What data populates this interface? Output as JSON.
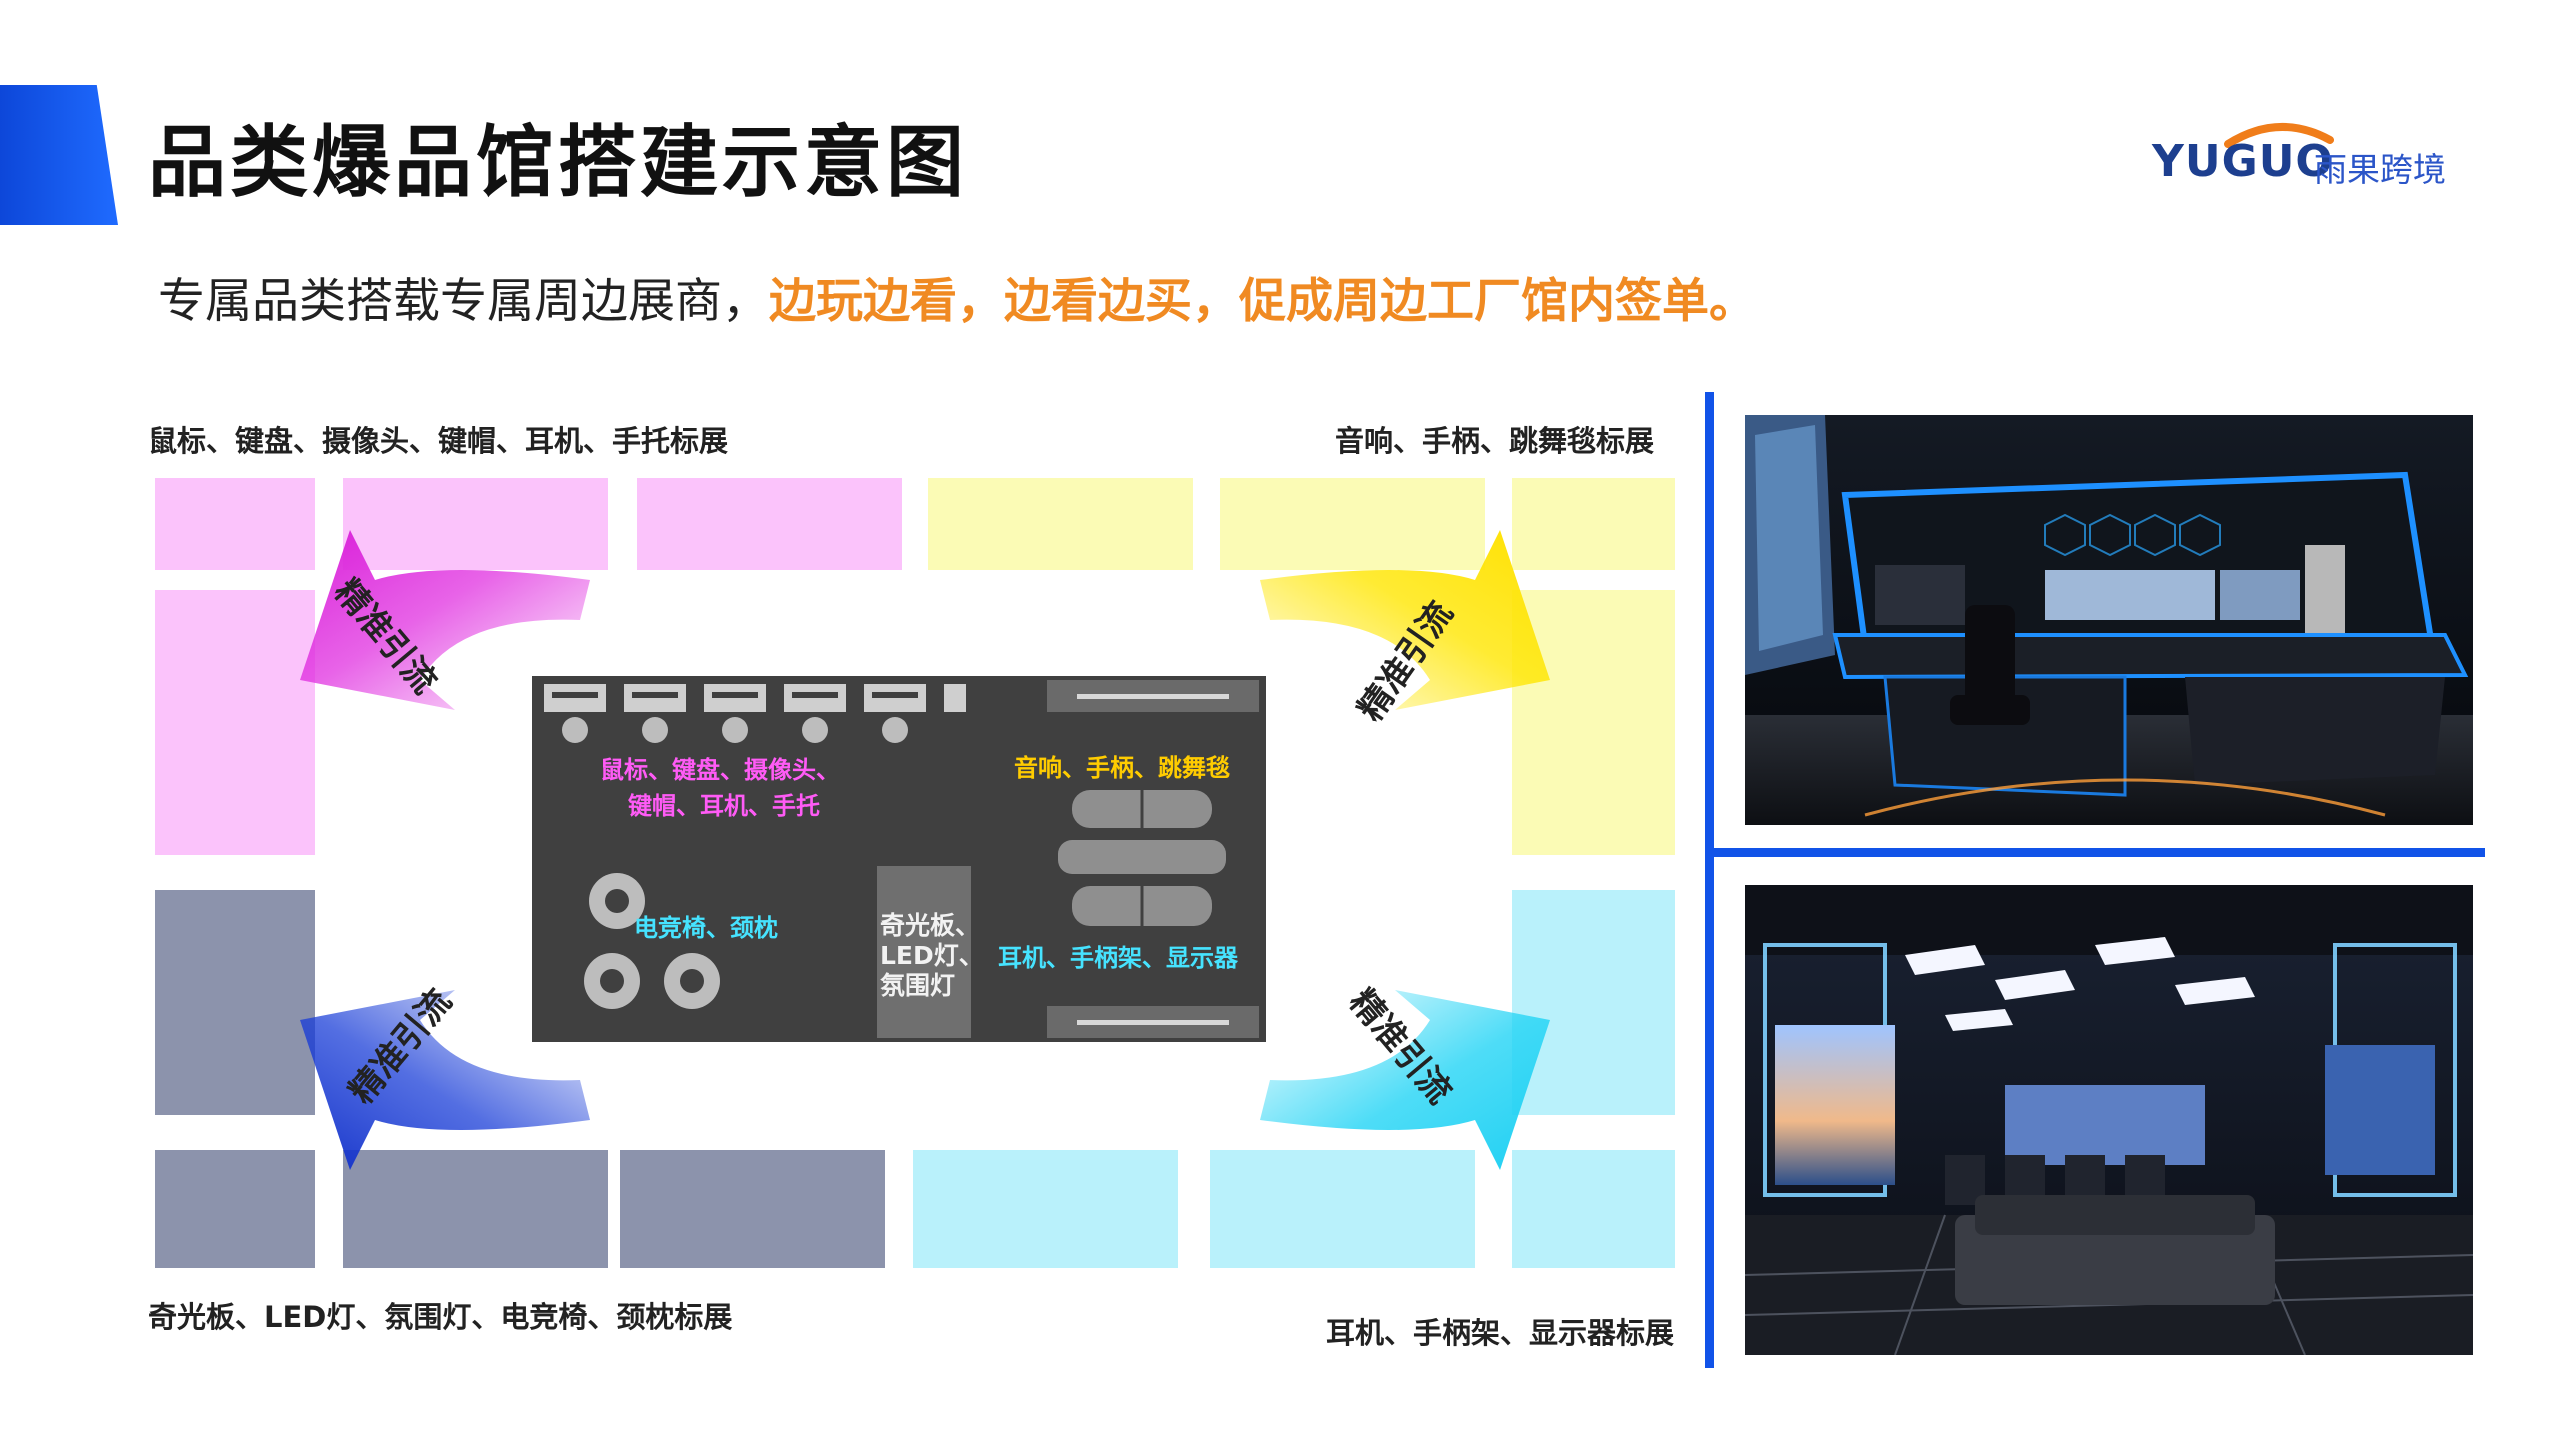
{
  "header": {
    "title": "品类爆品馆搭建示意图",
    "logo_text": "YUGUO",
    "logo_cn": "雨果跨境"
  },
  "subtitle": {
    "plain": "专属品类搭载专属周边展商，",
    "highlight": "边玩边看，边看边买，促成周边工厂馆内签单。"
  },
  "floorplan": {
    "top_left_label": "鼠标、键盘、摄像头、键帽、耳机、手托标展",
    "top_right_label": "音响、手柄、跳舞毯标展",
    "bottom_left_label": "奇光板、LED灯、氛围灯、电竞椅、颈枕标展",
    "bottom_right_label": "耳机、手柄架、显示器标展",
    "arrow_text": "精准引流",
    "hall": {
      "zone_pink_line1": "鼠标、键盘、摄像头、",
      "zone_pink_line2": "键帽、耳机、手托",
      "zone_yellow": "音响、手柄、跳舞毯",
      "zone_cyan_chair": "电竞椅、颈枕",
      "zone_white_line1": "奇光板、",
      "zone_white_line2": "LED灯、",
      "zone_white_line3": "氛围灯",
      "zone_cyan_right": "耳机、手柄架、显示器"
    }
  },
  "colors": {
    "accent_blue": "#1153e8",
    "highlight_orange": "#f08a22",
    "zone_pink": "#fbc3fb",
    "zone_yellow": "#fbfbb5",
    "zone_grey": "#8c93ac",
    "zone_cyan": "#b9f1fb",
    "arrow_magenta": "#e02fe0",
    "arrow_yellow": "#ffe600",
    "arrow_blue": "#1a3ed8",
    "arrow_cyan": "#22d4f5"
  },
  "photos": [
    {
      "name": "esports-stage-photo"
    },
    {
      "name": "gaming-lounge-photo"
    }
  ]
}
